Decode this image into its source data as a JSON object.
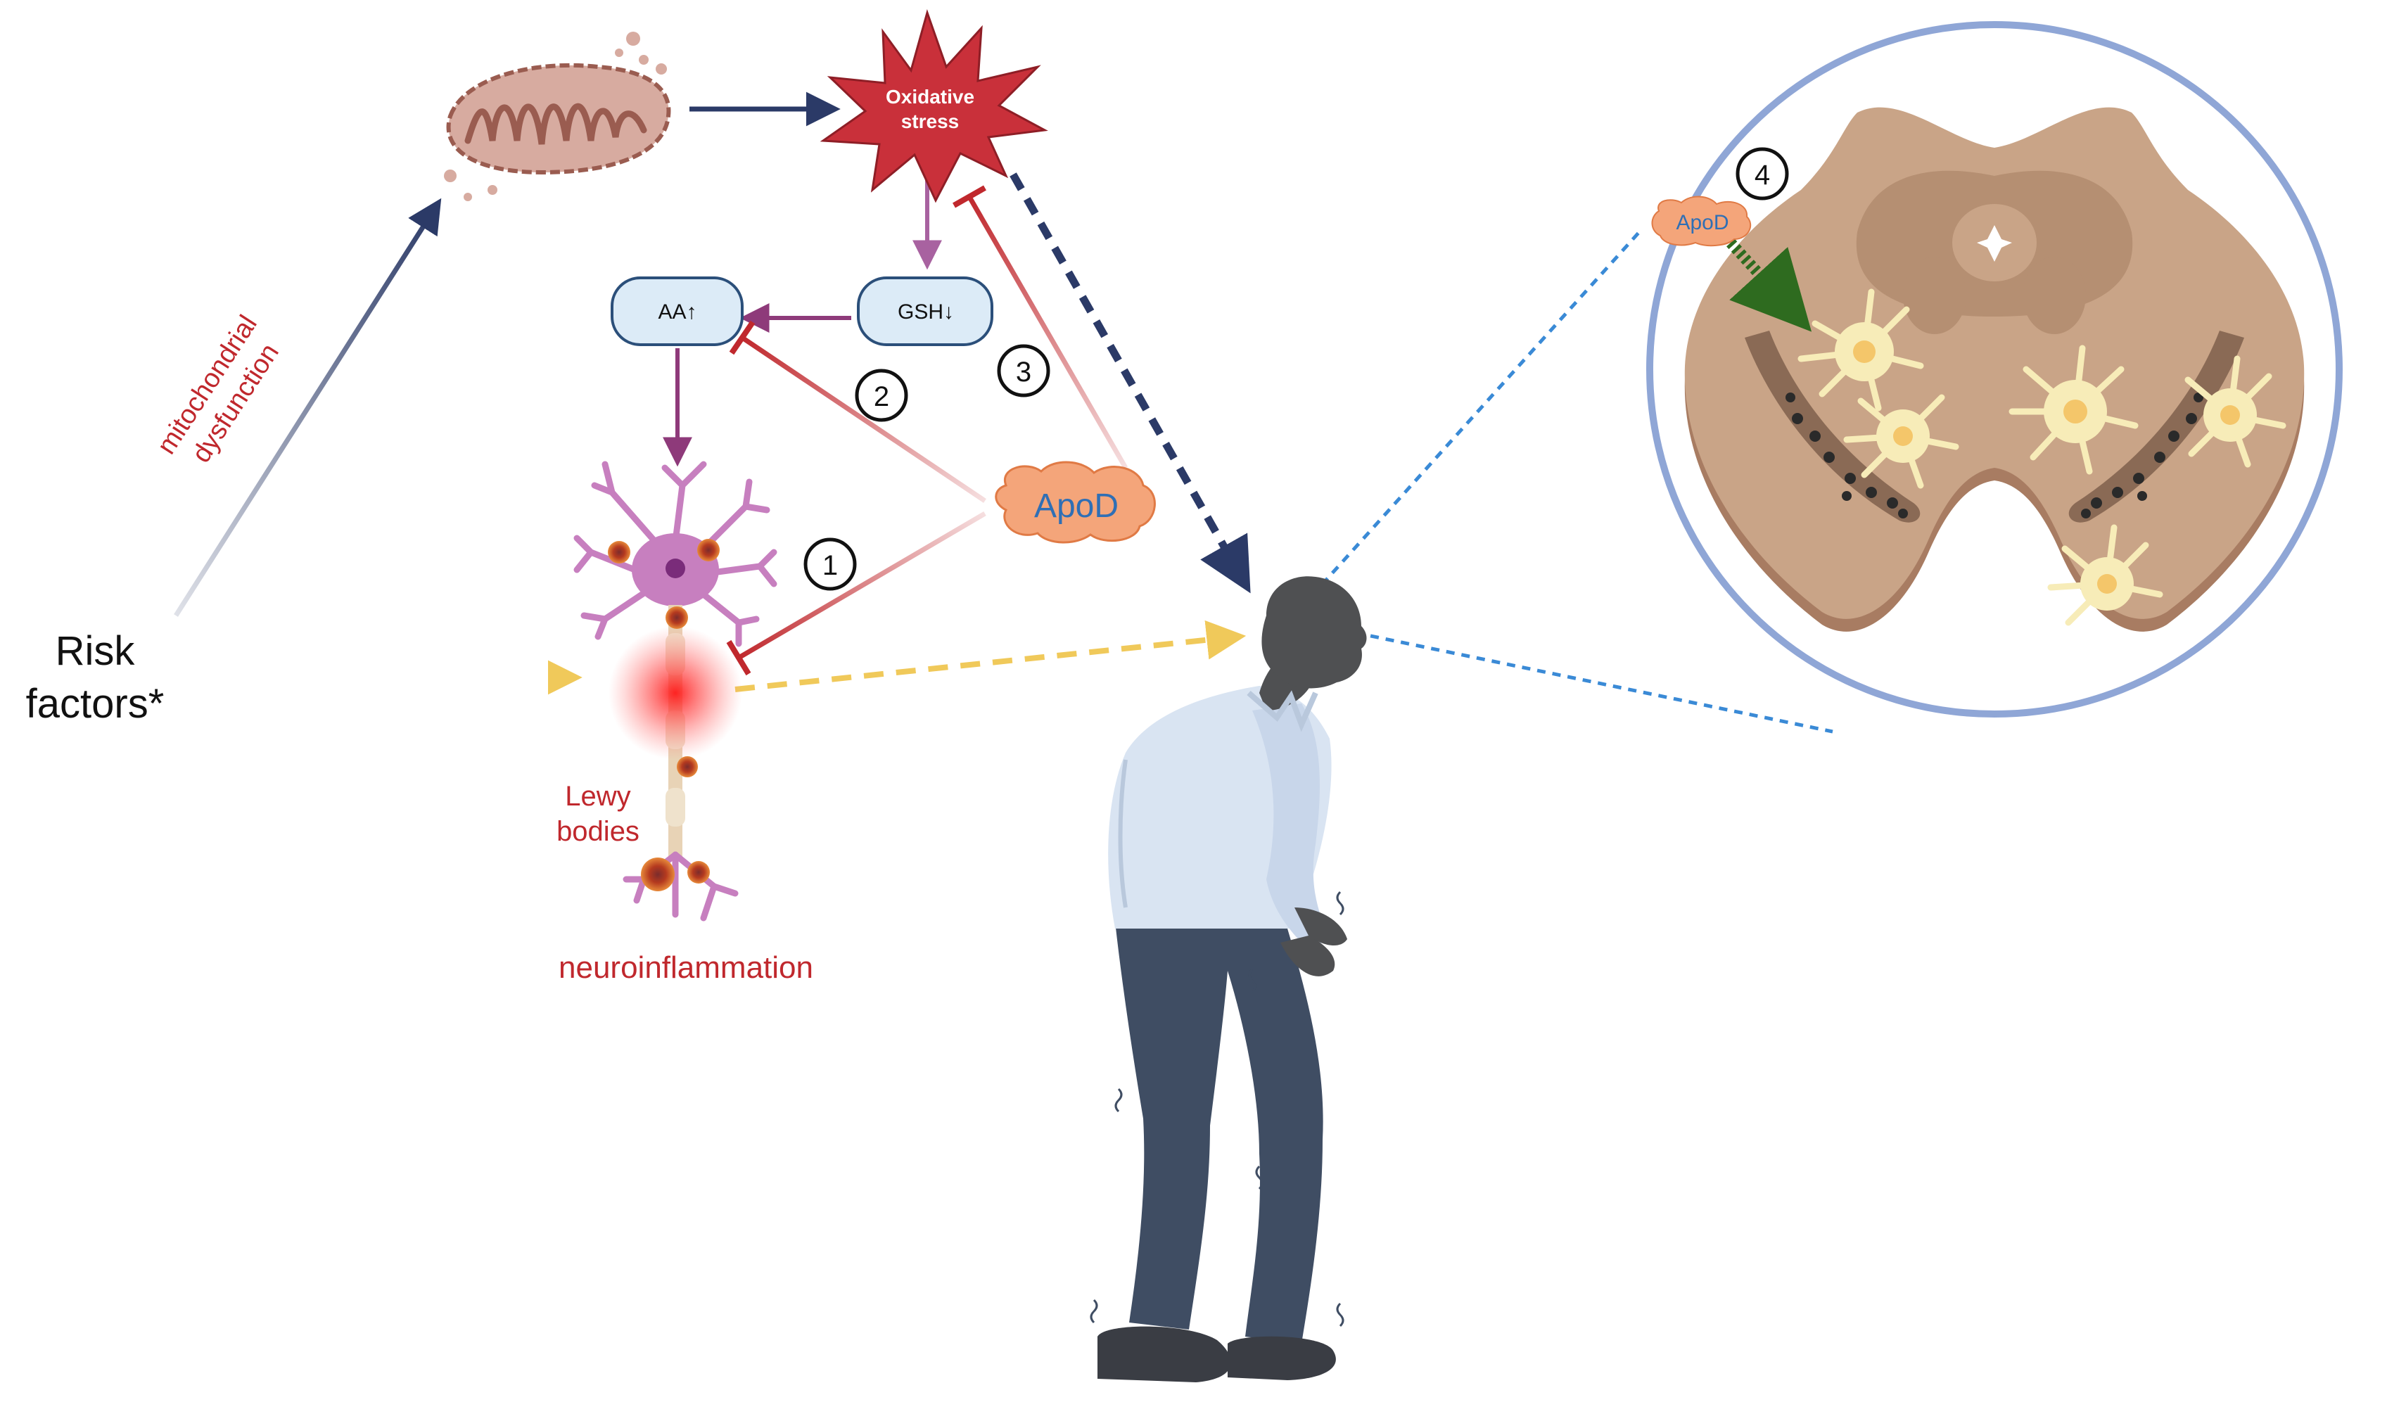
{
  "labels": {
    "risk_factors_line1": "Risk",
    "risk_factors_line2": "factors*",
    "mito_dysfunction_line1": "mitochondrial",
    "mito_dysfunction_line2": "dysfunction",
    "oxidative_line1": "Oxidative",
    "oxidative_line2": "stress",
    "aa": "AA↑",
    "gsh": "GSH↓",
    "apod": "ApoD",
    "apod_small": "ApoD",
    "lewy_line1": "Lewy",
    "lewy_line2": "bodies",
    "neuroinflammation": "neuroinflammation",
    "step1": "1",
    "step2": "2",
    "step3": "3",
    "step4": "4"
  },
  "colors": {
    "navy_arrow": "#2b3a67",
    "red_inhibit": "#c0282d",
    "purple_arrow": "#8e3a7a",
    "yellow_arrow": "#f0c95a",
    "blue_dotted": "#3a8ad6",
    "green_arrow": "#2e6b1f",
    "star_fill": "#c9303a",
    "box_fill": "#dcebf7",
    "box_stroke": "#2b4f7a",
    "apod_fill": "#f4a57a",
    "circle_stroke": "#8fa6d6",
    "neuron": "#c77fbf",
    "glow": "#ff2a2a",
    "brain_tissue": "#c9a487",
    "glia": "#f7ecb8"
  }
}
